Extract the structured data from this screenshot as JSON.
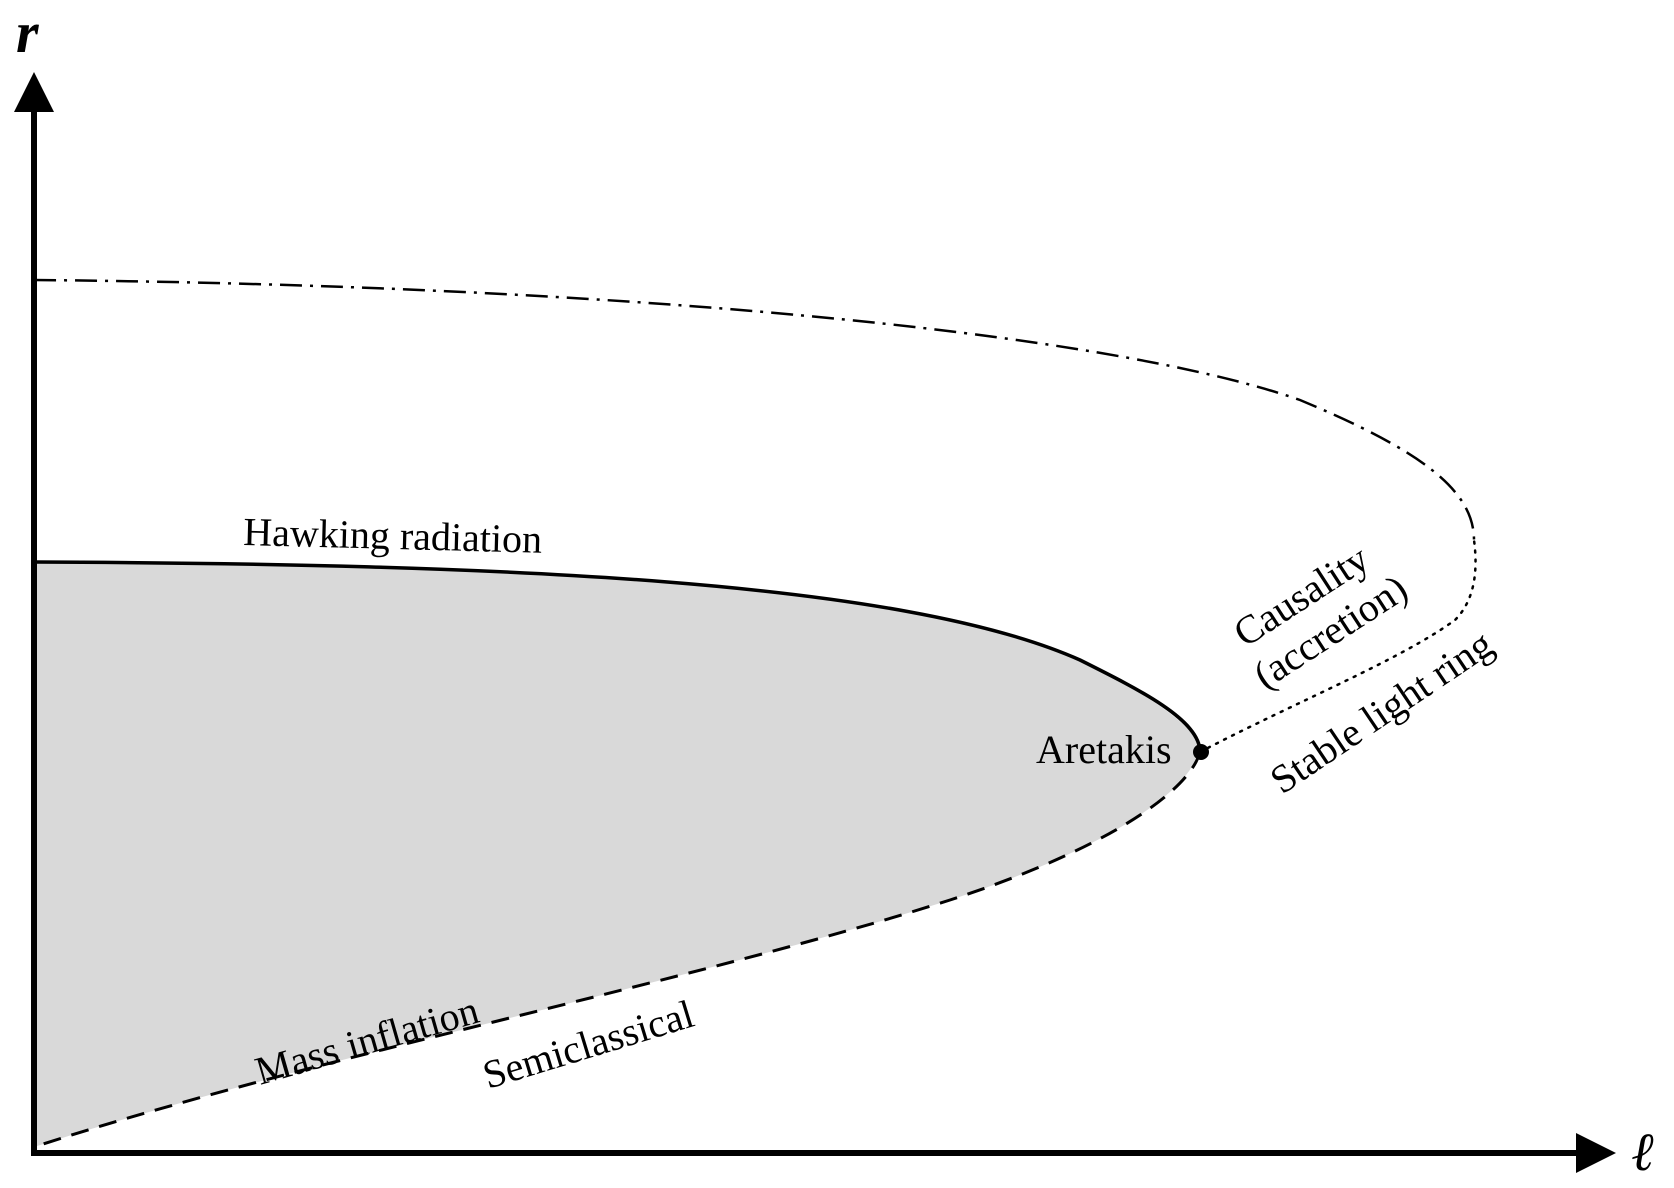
{
  "axes": {
    "y_label": "r",
    "x_label": "ℓ"
  },
  "curves": [
    {
      "label": "Hawking radiation",
      "style": "solid"
    },
    {
      "label": "Semiclassical",
      "style": "dashed"
    },
    {
      "label": "Stable light ring",
      "style": "dotted"
    },
    {
      "label": "Causality (accretion)",
      "style": "dash-dot"
    }
  ],
  "labels": {
    "hawking": "Hawking radiation",
    "aretakis": "Aretakis",
    "causality_line1": "Causality",
    "causality_line2": "(accretion)",
    "stable_light_ring": "Stable light ring",
    "mass_inflation": "Mass inflation",
    "semiclassical": "Semiclassical"
  },
  "colors": {
    "region_fill": "#d9d9d9",
    "ink": "#000000",
    "background": "#ffffff"
  }
}
